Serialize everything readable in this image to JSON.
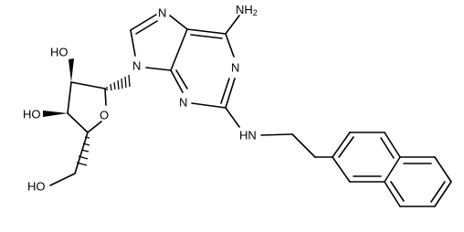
{
  "molecule": {
    "atom_labels": {
      "n7": "N",
      "n9": "N",
      "n1": "N",
      "n3": "N",
      "nh2": "NH",
      "nh2_sub": "2",
      "hn": "HN",
      "ho2": "HO",
      "ho3": "HO",
      "ho5": "HO",
      "o4": "O"
    }
  }
}
